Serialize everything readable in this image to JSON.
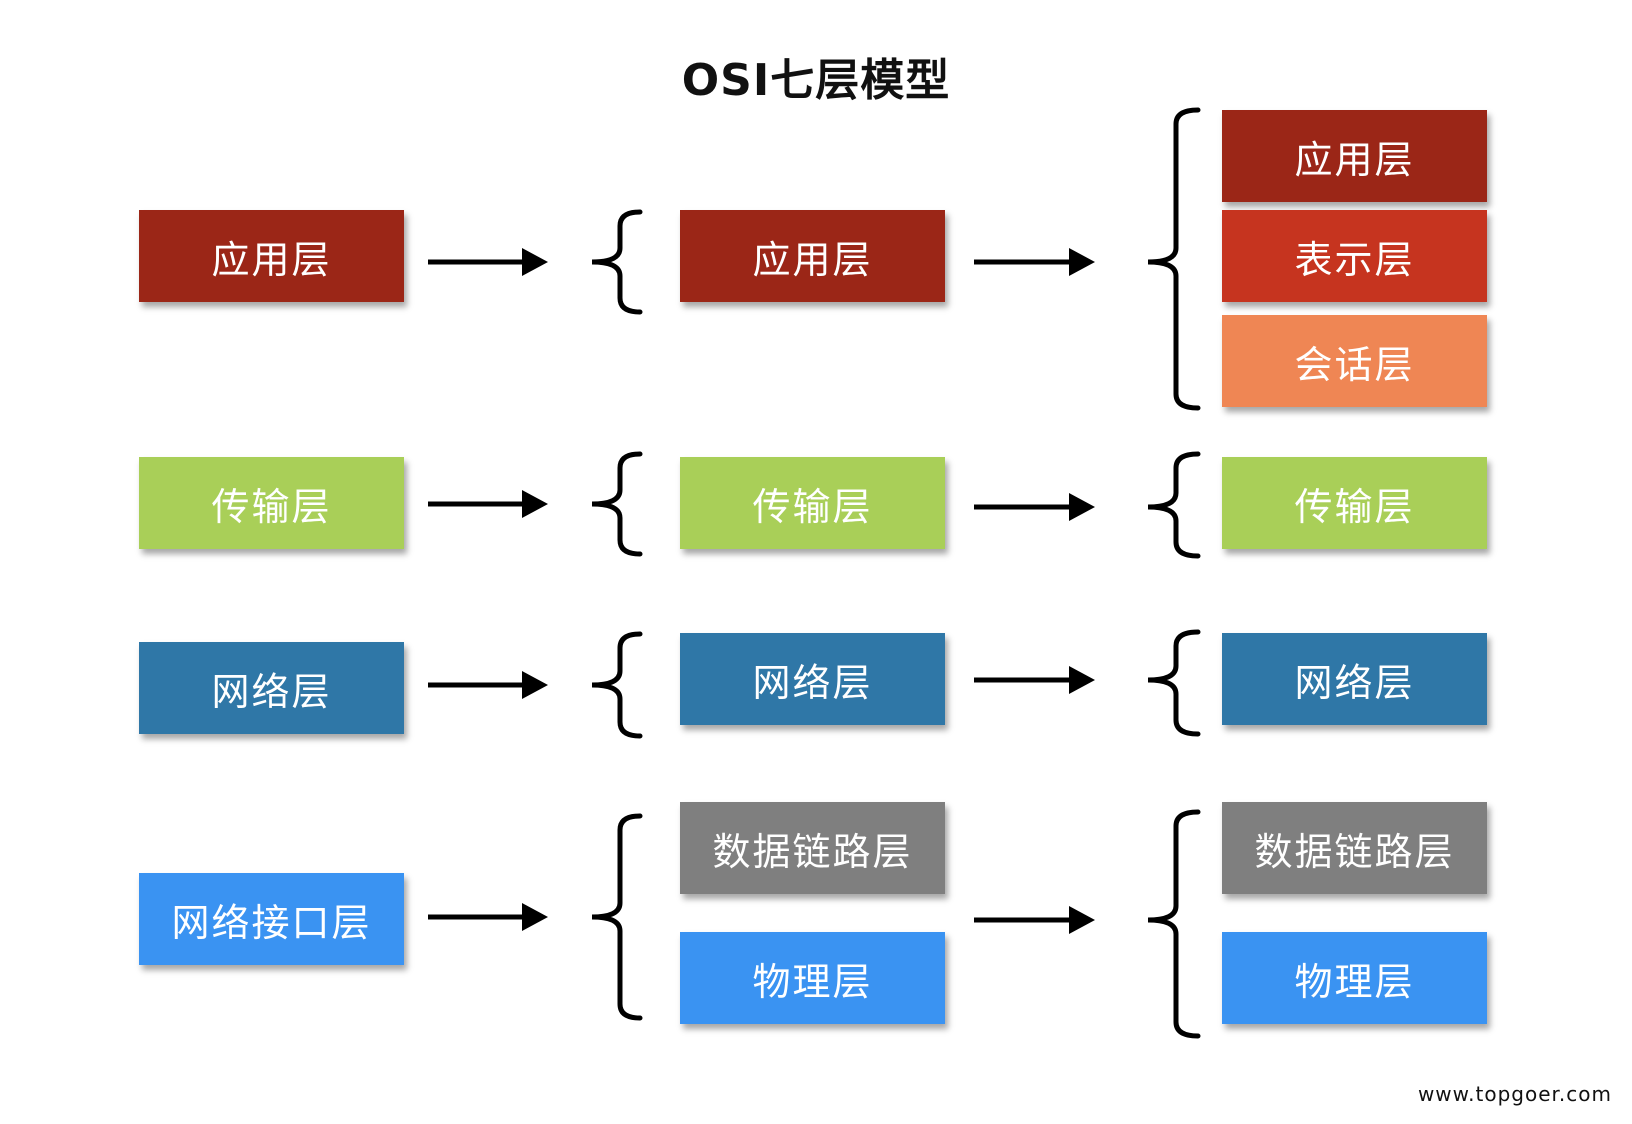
{
  "title": "OSI七层模型",
  "footer": "www.topgoer.com",
  "colors": {
    "application": "#9b2617",
    "presentation": "#c6341f",
    "session": "#ef8654",
    "transport": "#a9cf58",
    "network": "#2f77a7",
    "datalink": "#7f7f7f",
    "physical": "#3a93f2"
  },
  "col1": {
    "application": "应用层",
    "transport": "传输层",
    "network": "网络层",
    "network_interface": "网络接口层"
  },
  "col2": {
    "application": "应用层",
    "transport": "传输层",
    "network": "网络层",
    "datalink": "数据链路层",
    "physical": "物理层"
  },
  "col3": {
    "application": "应用层",
    "presentation": "表示层",
    "session": "会话层",
    "transport": "传输层",
    "network": "网络层",
    "datalink": "数据链路层",
    "physical": "物理层"
  }
}
